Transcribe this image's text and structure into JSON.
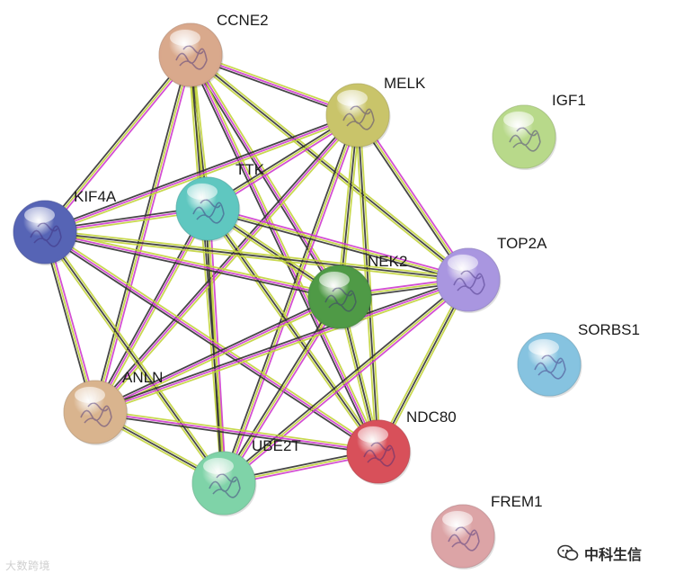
{
  "network": {
    "nodes": [
      {
        "id": "CCNE2",
        "label": "CCNE2",
        "color": "#d9a98c"
      },
      {
        "id": "MELK",
        "label": "MELK",
        "color": "#c9c46a"
      },
      {
        "id": "IGF1",
        "label": "IGF1",
        "color": "#b8d98a"
      },
      {
        "id": "TTK",
        "label": "TTK",
        "color": "#5fc7c0"
      },
      {
        "id": "KIF4A",
        "label": "KIF4A",
        "color": "#5664b5"
      },
      {
        "id": "NEK2",
        "label": "NEK2",
        "color": "#4f9a46"
      },
      {
        "id": "TOP2A",
        "label": "TOP2A",
        "color": "#a996e0"
      },
      {
        "id": "SORBS1",
        "label": "SORBS1",
        "color": "#86c3e0"
      },
      {
        "id": "ANLN",
        "label": "ANLN",
        "color": "#d9b48e"
      },
      {
        "id": "NDC80",
        "label": "NDC80",
        "color": "#d8505a"
      },
      {
        "id": "UBE2T",
        "label": "UBE2T",
        "color": "#7fd3a8"
      },
      {
        "id": "FREM1",
        "label": "FREM1",
        "color": "#dca4a6"
      }
    ],
    "edges": [
      {
        "a": "CCNE2",
        "b": "MELK"
      },
      {
        "a": "CCNE2",
        "b": "TTK"
      },
      {
        "a": "CCNE2",
        "b": "KIF4A"
      },
      {
        "a": "CCNE2",
        "b": "NEK2"
      },
      {
        "a": "CCNE2",
        "b": "TOP2A"
      },
      {
        "a": "CCNE2",
        "b": "ANLN"
      },
      {
        "a": "CCNE2",
        "b": "NDC80"
      },
      {
        "a": "CCNE2",
        "b": "UBE2T"
      },
      {
        "a": "MELK",
        "b": "TTK"
      },
      {
        "a": "MELK",
        "b": "KIF4A"
      },
      {
        "a": "MELK",
        "b": "NEK2"
      },
      {
        "a": "MELK",
        "b": "TOP2A"
      },
      {
        "a": "MELK",
        "b": "ANLN"
      },
      {
        "a": "MELK",
        "b": "NDC80"
      },
      {
        "a": "MELK",
        "b": "UBE2T"
      },
      {
        "a": "TTK",
        "b": "KIF4A"
      },
      {
        "a": "TTK",
        "b": "NEK2"
      },
      {
        "a": "TTK",
        "b": "TOP2A"
      },
      {
        "a": "TTK",
        "b": "ANLN"
      },
      {
        "a": "TTK",
        "b": "NDC80"
      },
      {
        "a": "TTK",
        "b": "UBE2T"
      },
      {
        "a": "KIF4A",
        "b": "NEK2"
      },
      {
        "a": "KIF4A",
        "b": "TOP2A"
      },
      {
        "a": "KIF4A",
        "b": "ANLN"
      },
      {
        "a": "KIF4A",
        "b": "NDC80"
      },
      {
        "a": "KIF4A",
        "b": "UBE2T"
      },
      {
        "a": "NEK2",
        "b": "TOP2A"
      },
      {
        "a": "NEK2",
        "b": "ANLN"
      },
      {
        "a": "NEK2",
        "b": "NDC80"
      },
      {
        "a": "NEK2",
        "b": "UBE2T"
      },
      {
        "a": "TOP2A",
        "b": "ANLN"
      },
      {
        "a": "TOP2A",
        "b": "NDC80"
      },
      {
        "a": "TOP2A",
        "b": "UBE2T"
      },
      {
        "a": "ANLN",
        "b": "NDC80"
      },
      {
        "a": "ANLN",
        "b": "UBE2T"
      },
      {
        "a": "NDC80",
        "b": "UBE2T"
      }
    ],
    "edge_colors": [
      "#c3d43c",
      "#cf3ccf",
      "#333333",
      "#8fa0e8"
    ]
  },
  "watermarks": {
    "left_text": "大数跨境",
    "right_text": "中科生信"
  }
}
